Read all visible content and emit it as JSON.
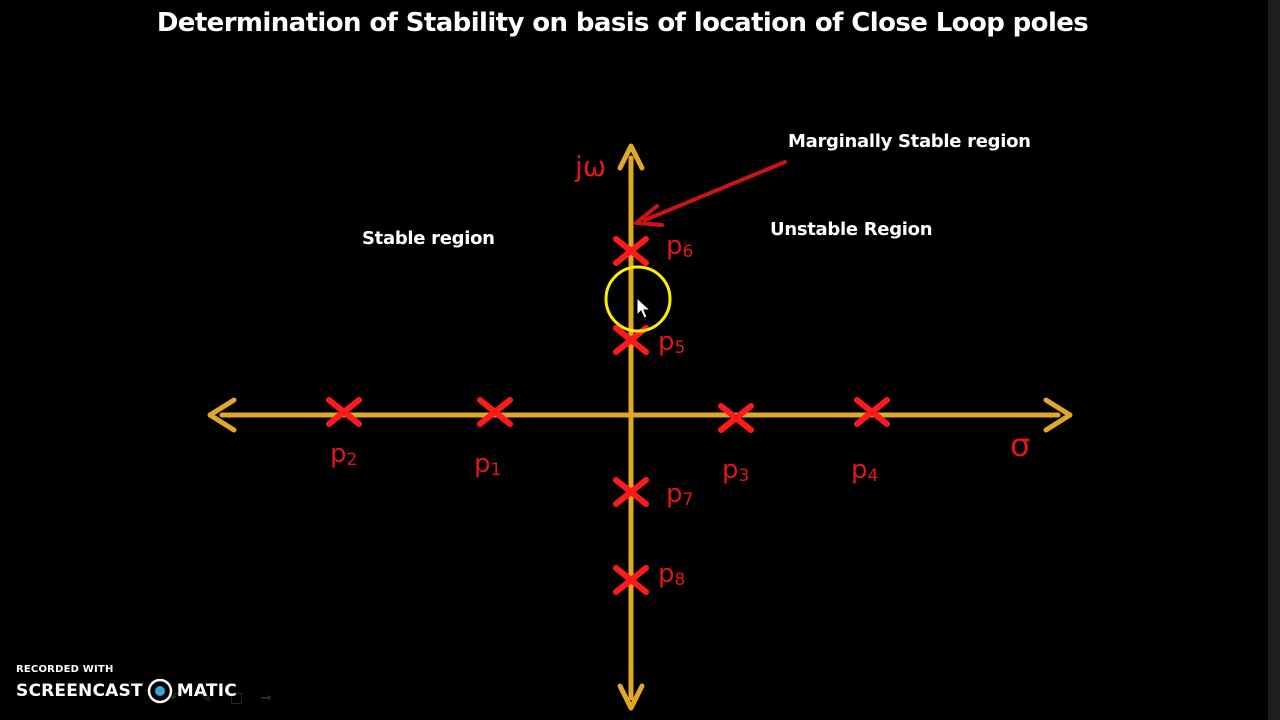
{
  "title": "Determination of Stability on basis of location of Close Loop poles",
  "regions": {
    "stable": "Stable region",
    "unstable": "Unstable Region",
    "marginal": "Marginally Stable region"
  },
  "axes": {
    "imaginary_label": "jω",
    "real_label": "σ",
    "axis_color": "#e0a828",
    "pole_color": "#ff1a1a"
  },
  "poles": [
    {
      "name": "p1",
      "prefix": "p",
      "sub": "1"
    },
    {
      "name": "p2",
      "prefix": "p",
      "sub": "2"
    },
    {
      "name": "p3",
      "prefix": "p",
      "sub": "3"
    },
    {
      "name": "p4",
      "prefix": "p",
      "sub": "4"
    },
    {
      "name": "p5",
      "prefix": "p",
      "sub": "5"
    },
    {
      "name": "p6",
      "prefix": "p",
      "sub": "6"
    },
    {
      "name": "p7",
      "prefix": "p",
      "sub": "7"
    },
    {
      "name": "p8",
      "prefix": "p",
      "sub": "8"
    }
  ],
  "watermark": {
    "top": "RECORDED WITH",
    "left": "SCREENCAST",
    "right": "MATIC"
  },
  "cursor_highlight_color": "#ffee00"
}
